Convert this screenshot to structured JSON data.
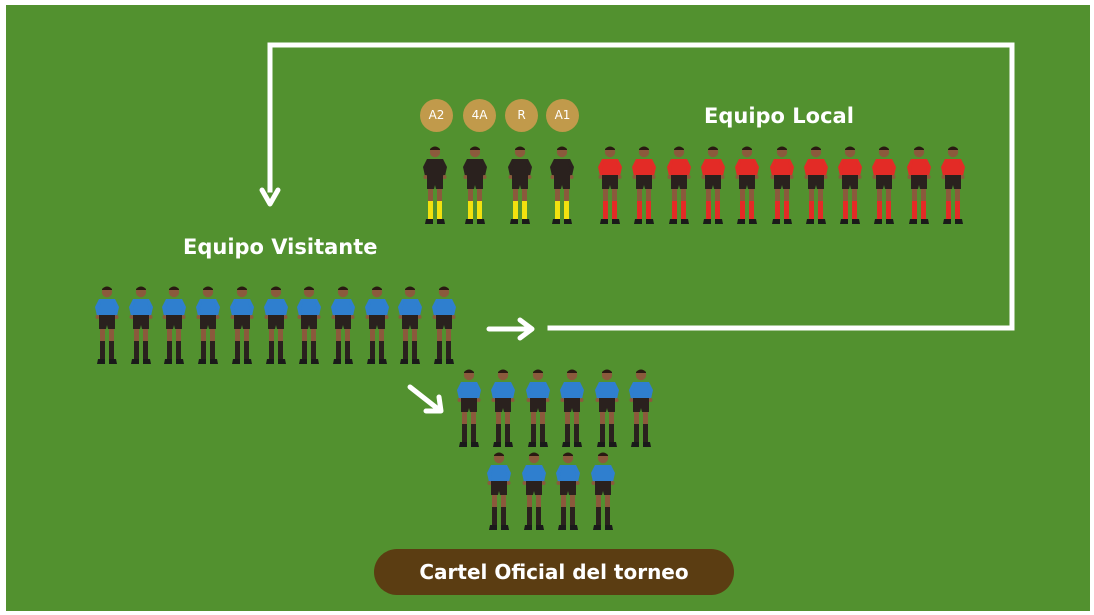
{
  "labels": {
    "local_team": "Equipo Local",
    "visitor_team": "Equipo Visitante",
    "banner": "Cartel Oficial del torneo"
  },
  "officials": {
    "badges": [
      "A2",
      "4A",
      "R",
      "A1"
    ],
    "count": 4
  },
  "teams": {
    "local": {
      "count": 11
    },
    "visitor_row": {
      "count": 11
    },
    "substitutes_row1": {
      "count": 6
    },
    "substitutes_row2": {
      "count": 4
    }
  },
  "colors": {
    "field": "#52912f",
    "line": "#ffffff",
    "badge": "#c19a4b",
    "banner": "#5b3d12",
    "local_shirt": "#e32b26",
    "visitor_shirt": "#2f7fcf",
    "referee_shirt": "#2a211e",
    "referee_sock": "#f2e10f"
  }
}
